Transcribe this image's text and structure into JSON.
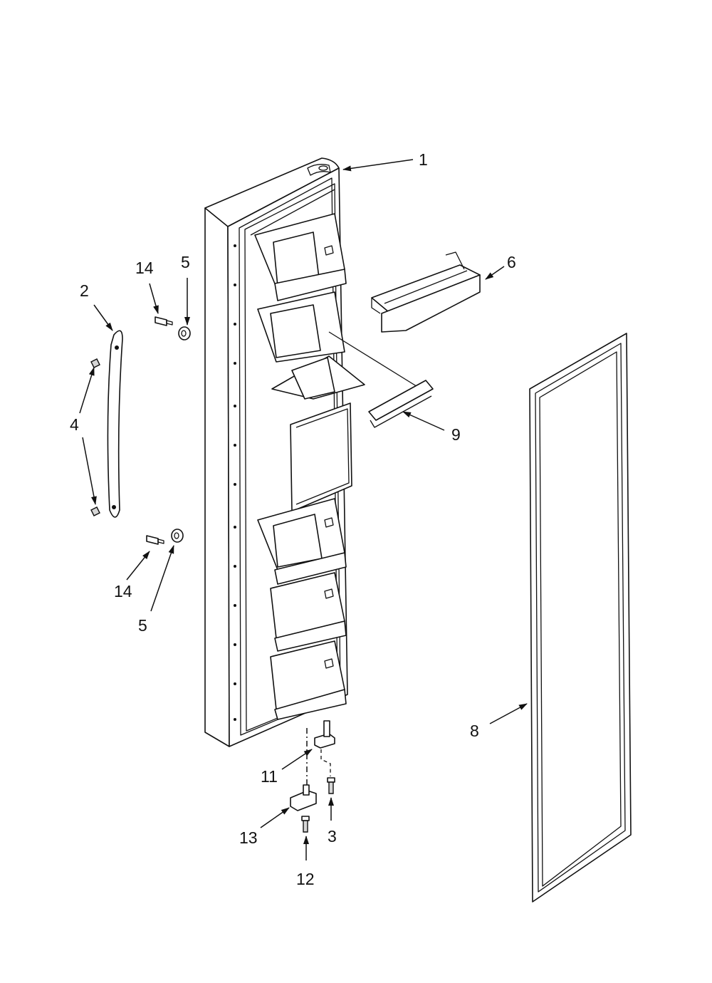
{
  "diagram": {
    "callouts": {
      "c1": "1",
      "c2": "2",
      "c3": "3",
      "c4": "4",
      "c5a": "5",
      "c5b": "5",
      "c6": "6",
      "c8": "8",
      "c9": "9",
      "c11": "11",
      "c12": "12",
      "c13": "13",
      "c14a": "14",
      "c14b": "14"
    }
  }
}
